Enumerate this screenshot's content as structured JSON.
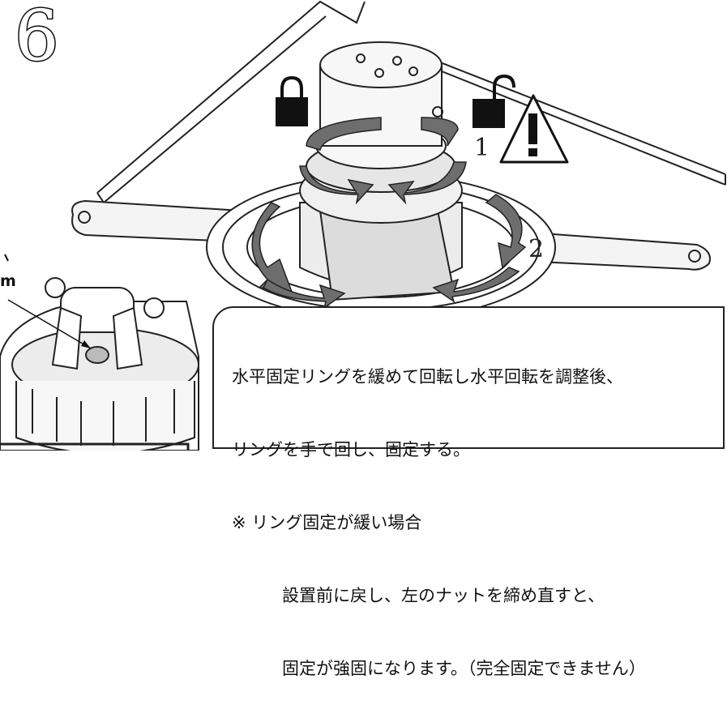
{
  "step": {
    "number": "6"
  },
  "labels": {
    "arrow_1": "1",
    "arrow_2": "2",
    "cut_off_unit": "m"
  },
  "icons": [
    "padlock-locked-icon",
    "padlock-unlocked-icon",
    "warning-exclamation-icon"
  ],
  "instructions": {
    "line1": "水平固定リングを緩めて回転し水平回転を調整後、",
    "line2": "リングを手で回し、固定する。",
    "line3": "※ リング固定が緩い場合",
    "line4": "設置前に戻し、左のナットを締め直すと、",
    "line5": "固定が強固になります。（完全固定できません）"
  }
}
